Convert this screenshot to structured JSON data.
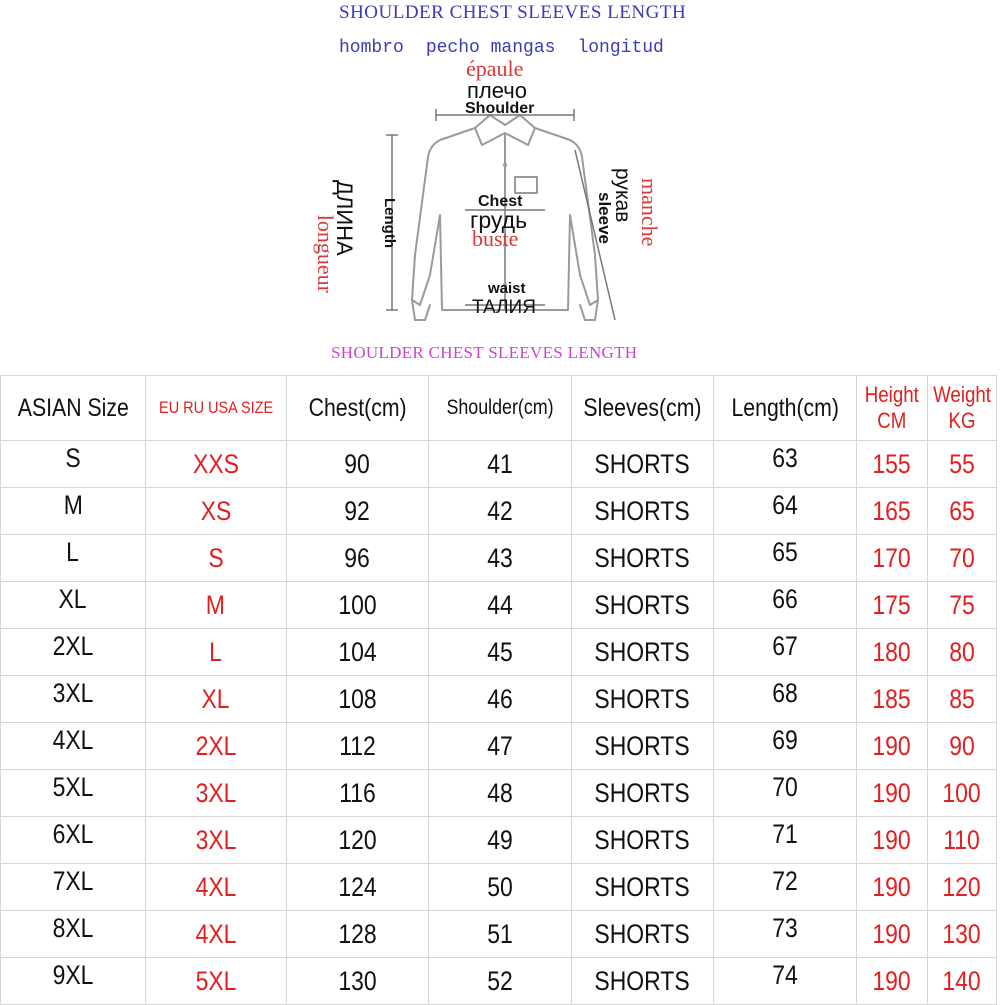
{
  "diagram": {
    "header_en": "SHOULDER CHEST SLEEVES LENGTH",
    "header_es": [
      "hombro",
      "pecho mangas",
      "longitud"
    ],
    "footer_en": "SHOULDER CHEST SLEEVES LENGTH",
    "epaule": "épaule",
    "plecho": "плечо",
    "shoulder": "Shoulder",
    "chest": "Chest",
    "grud": "грудь",
    "buste": "buste",
    "waist": "waist",
    "talia": "ТАЛИЯ",
    "longueur": "longueur",
    "dlina": "ДЛИНА",
    "length": "Length",
    "manche": "manche",
    "rukav": "рукав",
    "sleeve": "sleeve"
  },
  "table": {
    "headers": {
      "asian": "ASIAN Size",
      "eu": "EU RU USA SIZE",
      "chest": "Chest(cm)",
      "shoulder": "Shoulder(cm)",
      "sleeves": "Sleeves(cm)",
      "length": "Length(cm)",
      "height_top": "Height",
      "height_unit": "CM",
      "weight_top": "Weight",
      "weight_unit": "KG"
    },
    "rows": [
      [
        "S",
        "XXS",
        "90",
        "41",
        "SHORTS",
        "63",
        "155",
        "55"
      ],
      [
        "M",
        "XS",
        "92",
        "42",
        "SHORTS",
        "64",
        "165",
        "65"
      ],
      [
        "L",
        "S",
        "96",
        "43",
        "SHORTS",
        "65",
        "170",
        "70"
      ],
      [
        "XL",
        "M",
        "100",
        "44",
        "SHORTS",
        "66",
        "175",
        "75"
      ],
      [
        "2XL",
        "L",
        "104",
        "45",
        "SHORTS",
        "67",
        "180",
        "80"
      ],
      [
        "3XL",
        "XL",
        "108",
        "46",
        "SHORTS",
        "68",
        "185",
        "85"
      ],
      [
        "4XL",
        "2XL",
        "112",
        "47",
        "SHORTS",
        "69",
        "190",
        "90"
      ],
      [
        "5XL",
        "3XL",
        "116",
        "48",
        "SHORTS",
        "70",
        "190",
        "100"
      ],
      [
        "6XL",
        "3XL",
        "120",
        "49",
        "SHORTS",
        "71",
        "190",
        "110"
      ],
      [
        "7XL",
        "4XL",
        "124",
        "50",
        "SHORTS",
        "72",
        "190",
        "120"
      ],
      [
        "8XL",
        "4XL",
        "128",
        "51",
        "SHORTS",
        "73",
        "190",
        "130"
      ],
      [
        "9XL",
        "5XL",
        "130",
        "52",
        "SHORTS",
        "74",
        "190",
        "140"
      ]
    ]
  },
  "colors": {
    "red": "#e02020",
    "blue": "#3b3bb8",
    "magenta": "#cc44cc"
  }
}
